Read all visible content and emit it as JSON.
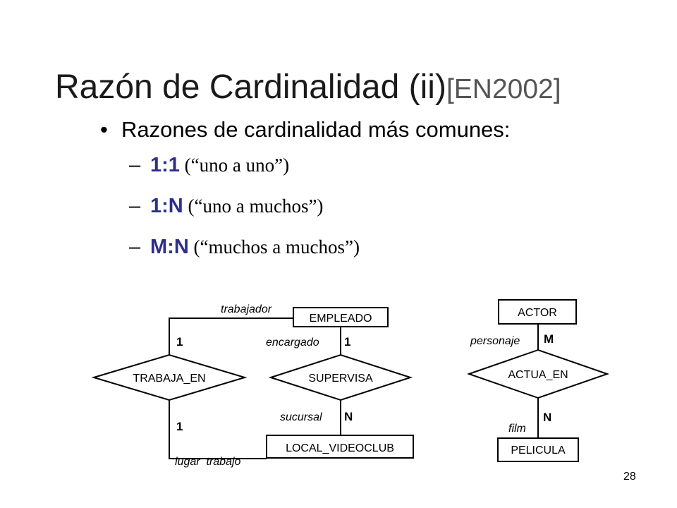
{
  "title": {
    "main": "Razón de Cardinalidad (ii)",
    "ref": "[EN2002]"
  },
  "bullet": {
    "marker": "•",
    "text": "Razones de cardinalidad más comunes:"
  },
  "items": [
    {
      "dash": "–",
      "key": "1:1",
      "open": " (“",
      "desc": "uno a uno",
      "close": "”)"
    },
    {
      "dash": "–",
      "key": "1:N",
      "open": " (“",
      "desc": "uno a muchos",
      "close": "”)"
    },
    {
      "dash": "–",
      "key": "M:N",
      "open": " (“",
      "desc": "muchos a muchos",
      "close": "”)"
    }
  ],
  "diagram1": {
    "entities": {
      "empleado": "EMPLEADO",
      "local": "LOCAL_VIDEOCLUB"
    },
    "relations": {
      "trabaja": "TRABAJA_EN",
      "supervisa": "SUPERVISA"
    },
    "roles": {
      "trabajador": "trabajador",
      "encargado": "encargado",
      "sucursal": "sucursal",
      "lugar": "lugar  trabajo"
    },
    "cards": {
      "trabaja_top": "1",
      "trabaja_bottom": "1",
      "supervisa_top": "1",
      "supervisa_bottom": "N"
    }
  },
  "diagram2": {
    "entities": {
      "actor": "ACTOR",
      "pelicula": "PELICULA"
    },
    "relations": {
      "actua": "ACTUA_EN"
    },
    "roles": {
      "personaje": "personaje",
      "film": "film"
    },
    "cards": {
      "top": "M",
      "bottom": "N"
    }
  },
  "page_number": "28"
}
